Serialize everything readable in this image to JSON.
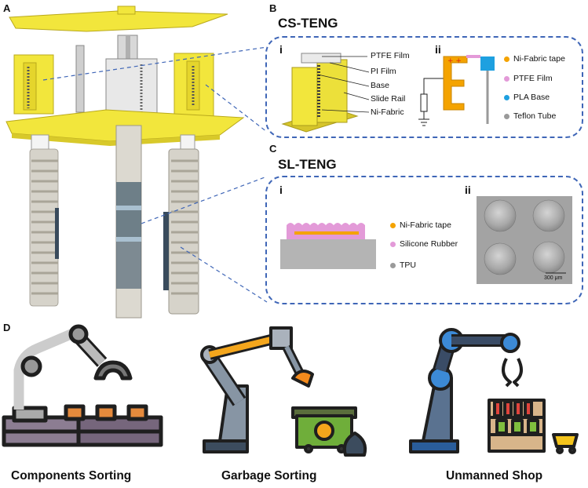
{
  "panels": {
    "a": {
      "letter": "A"
    },
    "b": {
      "letter": "B",
      "title": "CS-TENG",
      "sub_i": "i",
      "sub_ii": "ii",
      "labels_i": [
        "PTFE Film",
        "PI Film",
        "Base",
        "Slide Rail",
        "Ni-Fabric"
      ],
      "legend_ii": [
        {
          "label": "Ni-Fabric tape",
          "color": "#f4a300"
        },
        {
          "label": "PTFE Film",
          "color": "#e39ad8"
        },
        {
          "label": "PLA Base",
          "color": "#1ea0e0"
        },
        {
          "label": "Teflon Tube",
          "color": "#9a9a9a"
        }
      ]
    },
    "c": {
      "letter": "C",
      "title": "SL-TENG",
      "sub_i": "i",
      "sub_ii": "ii",
      "legend_i": [
        {
          "label": "Ni-Fabric tape",
          "color": "#f4a300"
        },
        {
          "label": "Silicone Rubber",
          "color": "#e39ad8"
        },
        {
          "label": "TPU",
          "color": "#9a9a9a"
        }
      ],
      "scale_bar": "300 μm"
    },
    "d": {
      "letter": "D",
      "captions": [
        "Components Sorting",
        "Garbage Sorting",
        "Unmanned Shop"
      ]
    }
  },
  "colors": {
    "dashed_border": "#3f66b7",
    "yellow": "#f2e63c",
    "gray_tube": "#c9c6bd"
  }
}
